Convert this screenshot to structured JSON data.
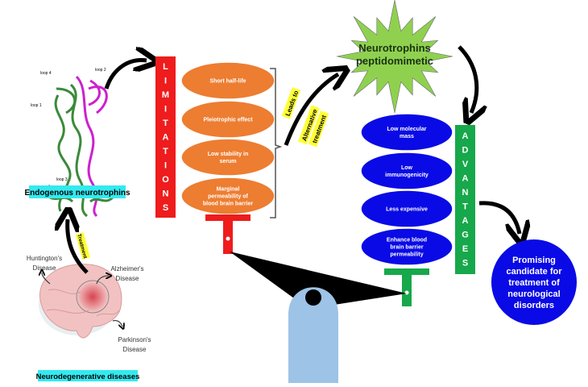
{
  "protein": {
    "caption": "Endogenous neurotrophins",
    "loops": [
      "loop 4",
      "loop 2",
      "loop 1",
      "loop 3"
    ]
  },
  "diseases": {
    "caption": "Neurodegenerative diseases",
    "items": [
      "Huntington's",
      "Disease",
      "Alzheimer's",
      "Disease",
      "Parkinson's",
      "Disease"
    ],
    "arrow_label": "Treatment"
  },
  "limitations": {
    "title_letters": [
      "L",
      "I",
      "M",
      "I",
      "T",
      "A",
      "T",
      "I",
      "O",
      "N",
      "S"
    ],
    "items": [
      [
        "Short half-life"
      ],
      [
        "Pleiotrophic effect"
      ],
      [
        "Low stability in",
        "serum"
      ],
      [
        "Marginal",
        "permeability of",
        "blood brain barrier"
      ]
    ]
  },
  "transition": {
    "label_1": "Leads to",
    "label_2": "Alternative",
    "label_3": "treatment"
  },
  "starburst": {
    "line_1": "Neurotrophins",
    "line_2": "peptidomimetic"
  },
  "advantages": {
    "title_letters": [
      "A",
      "D",
      "V",
      "A",
      "N",
      "T",
      "A",
      "G",
      "E",
      "S"
    ],
    "items": [
      [
        "Low molecular",
        "mass"
      ],
      [
        "Low",
        "immunogenicity"
      ],
      [
        "Less expensive"
      ],
      [
        "Enhance blood",
        "brain barrier",
        "permeability"
      ]
    ]
  },
  "outcome": {
    "lines": [
      "Promising",
      "candidate for",
      "treatment of",
      "neurological",
      "disorders"
    ]
  },
  "colors": {
    "red": "#ee1c1c",
    "orange": "#ed7d31",
    "blue": "#0a0ae6",
    "green": "#16a84a",
    "starburst": "#8fd14f",
    "cyan": "#33eaf0",
    "yellow": "#ffff33",
    "scale_stand": "#9dc3e6"
  }
}
